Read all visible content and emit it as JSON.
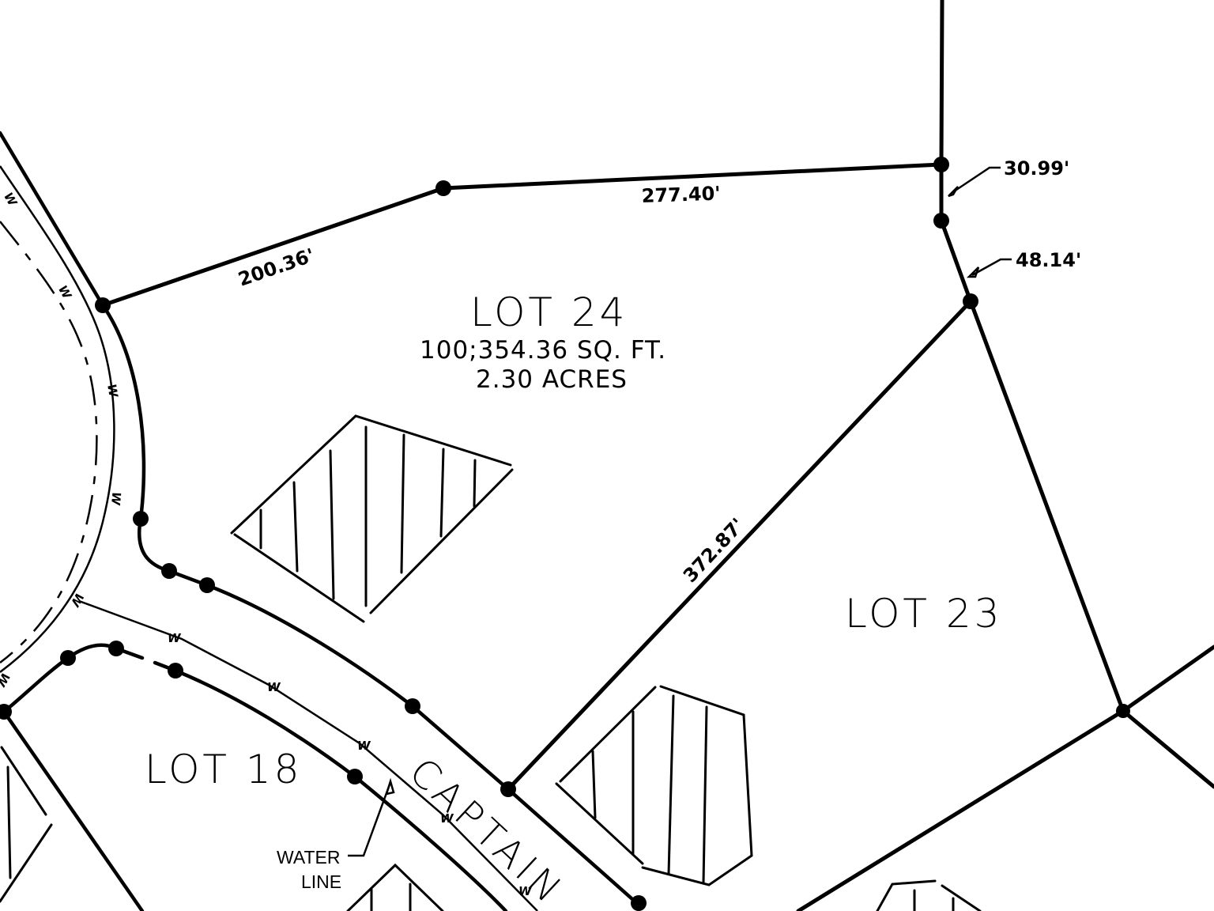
{
  "plat": {
    "lots": [
      {
        "id": "lot-24",
        "label": "LOT 24",
        "area_sqft": "100;354.36 SQ. FT.",
        "area_acres": "2.30 ACRES"
      },
      {
        "id": "lot-23",
        "label": "LOT 23"
      },
      {
        "id": "lot-18",
        "label": "LOT 18"
      }
    ],
    "dimensions": {
      "d_200_36": "200.36'",
      "d_277_40": "277.40'",
      "d_30_99": "30.99'",
      "d_48_14": "48.14'",
      "d_372_87": "372.87'"
    },
    "road": {
      "name": "CAPTAIN"
    },
    "annotations": {
      "water_line_1": "WATER",
      "water_line_2": "LINE",
      "water_marker": "W"
    },
    "colors": {
      "ink": "#000000",
      "paper": "#ffffff"
    }
  }
}
